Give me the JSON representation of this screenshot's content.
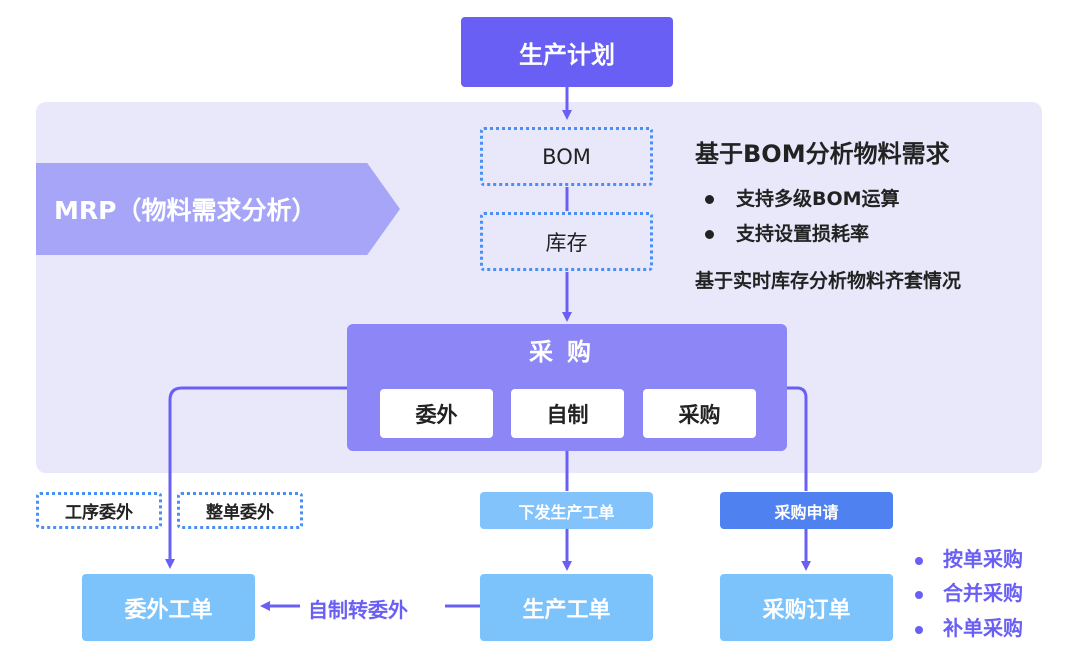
{
  "top": {
    "label": "生产计划"
  },
  "mrp": {
    "label": "MRP（物料需求分析）"
  },
  "steps": {
    "bom": "BOM",
    "inventory": "库存"
  },
  "info": {
    "title": "基于BOM分析物料需求",
    "bullets": [
      "支持多级BOM运算",
      "支持设置损耗率"
    ],
    "footer": "基于实时库存分析物料齐套情况"
  },
  "purchase": {
    "title": "采购",
    "options": [
      "委外",
      "自制",
      "采购"
    ]
  },
  "outsource_types": [
    "工序委外",
    "整单委外"
  ],
  "flow_labels": {
    "issue_work_order": "下发生产工单",
    "purchase_request": "采购申请"
  },
  "orders": {
    "outsource": "委外工单",
    "production": "生产工单",
    "purchase": "采购订单"
  },
  "conversion": "自制转委外",
  "purchase_methods": [
    "按单采购",
    "合并采购",
    "补单采购"
  ],
  "colors": {
    "primary": "#6a5ff5",
    "region": "#e8e8fa",
    "order_blue": "#7cc2fb",
    "request_blue": "#4f82f0",
    "issue_blue": "#82c3fb"
  }
}
